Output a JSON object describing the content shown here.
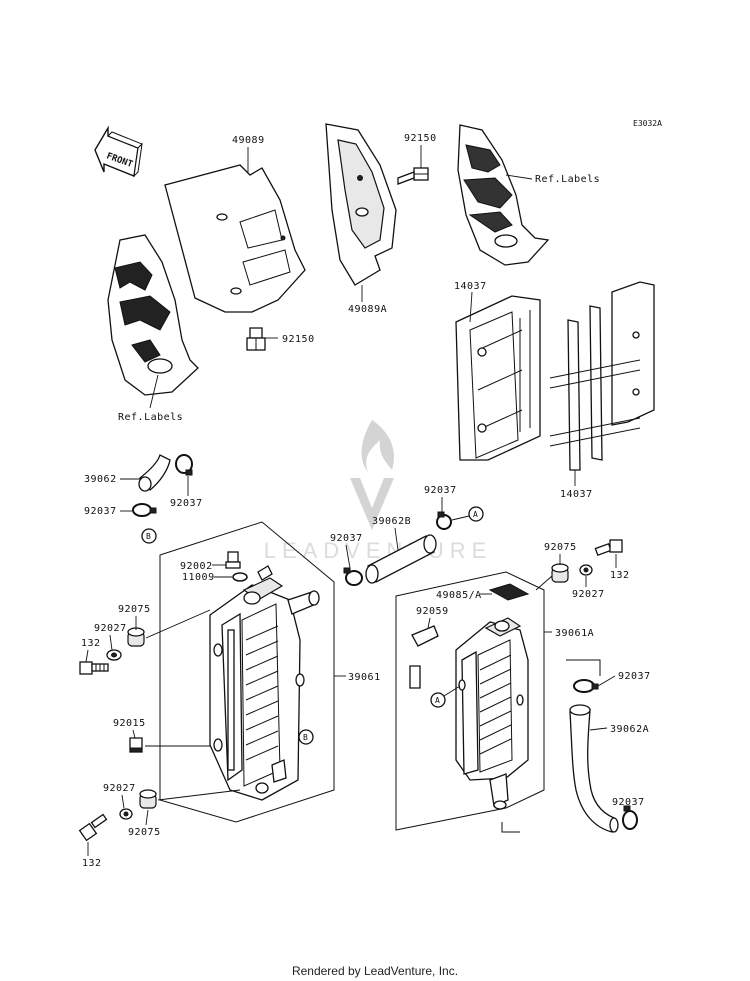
{
  "diagram": {
    "code": "E3032A",
    "front_label": "FRONT",
    "watermark": "LEADVENTURE",
    "footer": "Rendered by LeadVenture, Inc.",
    "callouts": {
      "c49089": "49089",
      "c92150_top": "92150",
      "c49089A": "49089A",
      "c92150_mid": "92150",
      "c14037_top": "14037",
      "c14037_bottom": "14037",
      "cref_top": "Ref.Labels",
      "cref_left": "Ref.Labels",
      "c39062": "39062",
      "c92037_a": "92037",
      "c92037_b": "92037",
      "c92037_c": "92037",
      "c39062B": "39062B",
      "c92037_d": "92037",
      "c92002": "92002",
      "c11009": "11009",
      "c92075_a": "92075",
      "c92027_a": "92027",
      "c132_a": "132",
      "c92015": "92015",
      "c39061": "39061",
      "c92027_b": "92027",
      "c92075_b": "92075",
      "c132_b": "132",
      "c92075_c": "92075",
      "c132_c": "132",
      "c92027_c": "92027",
      "c49085A": "49085/A",
      "c92059": "92059",
      "c39061A": "39061A",
      "c92037_e": "92037",
      "c39062A": "39062A",
      "c92037_f": "92037"
    },
    "refs": {
      "a1": "A",
      "a2": "A",
      "b1": "B",
      "b2": "B"
    }
  }
}
